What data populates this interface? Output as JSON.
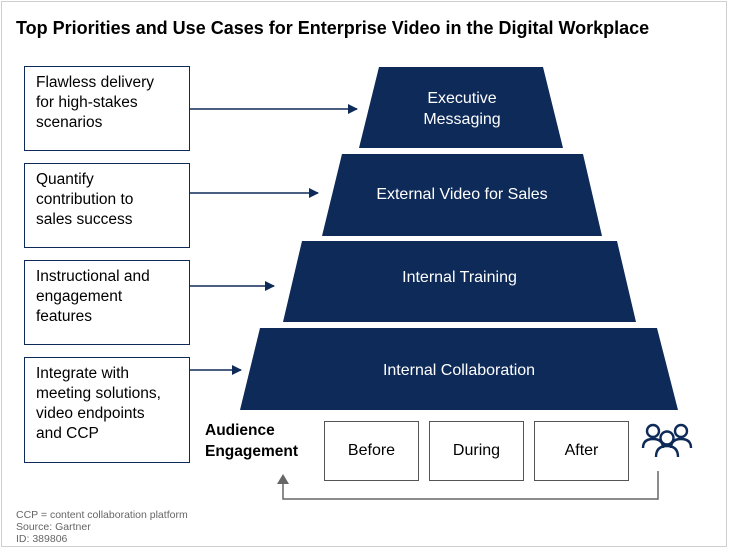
{
  "title": "Top Priorities and Use Cases for Enterprise Video in the Digital Workplace",
  "left_boxes": [
    "Flawless delivery\nfor high-stakes\nscenarios",
    "Quantify\ncontribution to\nsales success",
    "Instructional and\nengagement\nfeatures",
    "Integrate with\nmeeting solutions,\nvideo endpoints\nand CCP"
  ],
  "tiers": [
    "Executive\nMessaging",
    "External Video for Sales",
    "Internal Training",
    "Internal Collaboration"
  ],
  "audience_engagement": {
    "label": "Audience\nEngagement",
    "phases": [
      "Before",
      "During",
      "After"
    ],
    "icon": "people-group-icon"
  },
  "footnotes": [
    "CCP = content collaboration platform",
    "Source: Gartner",
    "ID: 389806"
  ],
  "colors": {
    "navy": "#0e2a58",
    "white": "#ffffff",
    "gray_border": "#555555"
  }
}
